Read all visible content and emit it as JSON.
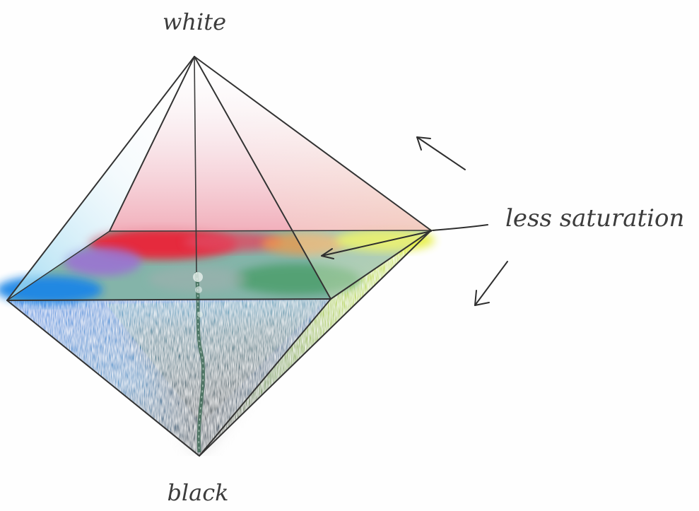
{
  "labels": {
    "top": "white",
    "bottom": "black",
    "annotation": "less saturation"
  },
  "colors": {
    "ink": "#2f2f2f",
    "red": "#e0283a",
    "yellow": "#e8ef3a",
    "green": "#3f9a5a",
    "cyan": "#7fd6ea",
    "blue": "#1f7fd6",
    "magenta": "#b56ad0"
  }
}
